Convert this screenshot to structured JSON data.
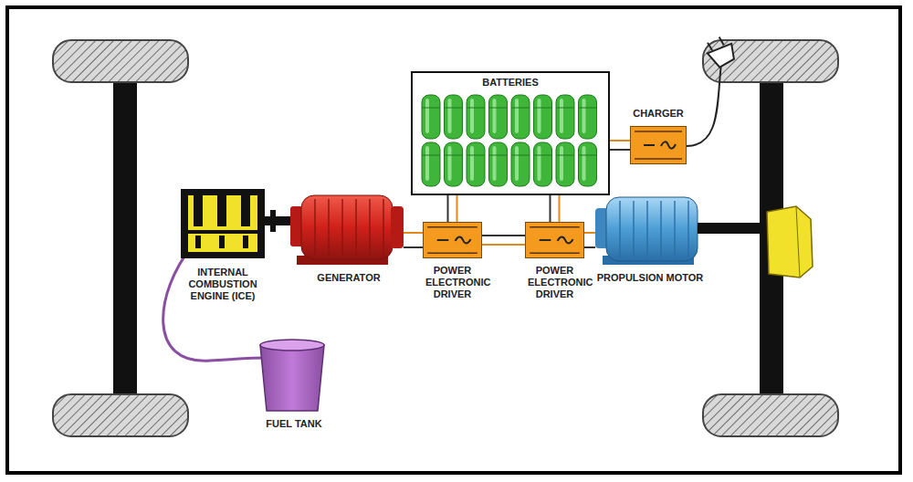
{
  "diagram": {
    "nodes": [
      {
        "text": [
          "BATTERIES"
        ]
      },
      {
        "text": [
          "CHARGER"
        ]
      },
      {
        "text": [
          "POWER ELECTRONIC DRIVER"
        ]
      },
      {
        "text": [
          "POWER ELECTRONIC DRIVER"
        ]
      }
    ],
    "edges": [
      {
        "from": 1,
        "to": 0,
        "arrow": "none"
      },
      {
        "from": 2,
        "to": 0,
        "arrow": "none"
      },
      {
        "from": 3,
        "to": 0,
        "arrow": "none"
      },
      {
        "from": 2,
        "to": 3,
        "arrow": "none"
      }
    ],
    "labels": [
      "INTERNAL COMBUSTION ENGINE (ICE)",
      "GENERATOR",
      "PROPULSION MOTOR",
      "FUEL TANK"
    ]
  }
}
